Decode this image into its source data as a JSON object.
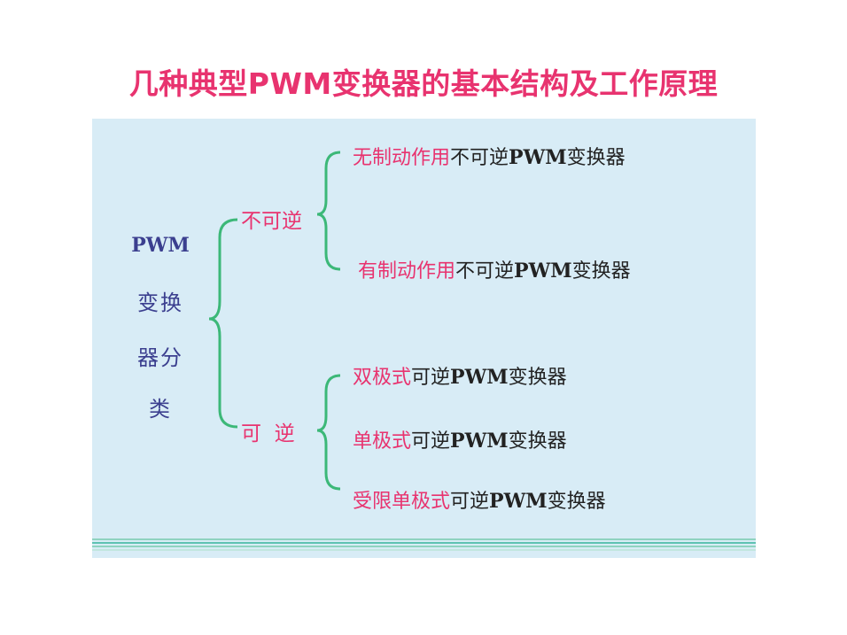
{
  "title": "几种典型PWM变换器的基本结构及工作原理",
  "root": {
    "line1": "PWM",
    "line2": "变换",
    "line3": "器分",
    "line4": "类"
  },
  "branches": [
    {
      "label": "不可逆",
      "leaves": [
        {
          "pink": "无制动作用",
          "dark": "不可逆",
          "bold": "PWM",
          "tail": "变换器"
        },
        {
          "pink": "有制动作用",
          "dark": "不可逆",
          "bold": "PWM",
          "tail": "变换器"
        }
      ]
    },
    {
      "label": "可  逆",
      "leaves": [
        {
          "pink": "双极式",
          "dark": "可逆",
          "bold": "PWM",
          "tail": "变换器"
        },
        {
          "pink": "单极式",
          "dark": "可逆",
          "bold": "PWM",
          "tail": "变换器"
        },
        {
          "pink": "受限单极式",
          "dark": "可逆",
          "bold": "PWM",
          "tail": "变换器"
        }
      ]
    }
  ],
  "colors": {
    "accent": "#e8336f",
    "root_text": "#3b3f8f",
    "brace": "#3cb878",
    "panel": "#d8ecf6"
  }
}
